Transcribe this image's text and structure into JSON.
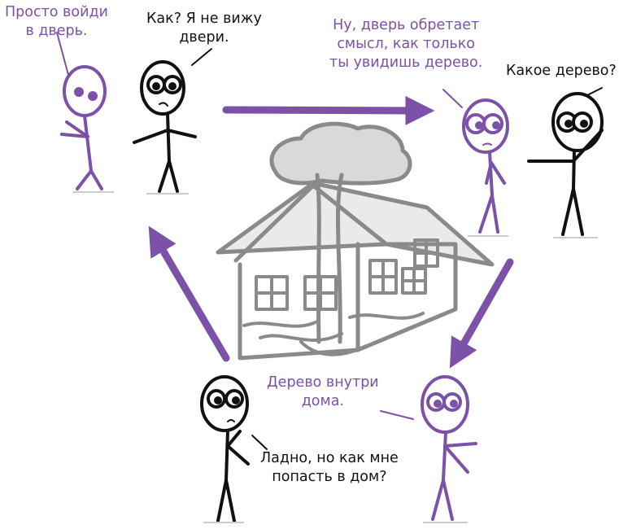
{
  "colors": {
    "purple": "#7b52a8",
    "black": "#111111",
    "house_gray": "#8a8a8a",
    "tree_fill": "#d9d9d9"
  },
  "dialogue": [
    {
      "speaker": "purple",
      "text": "Просто войди\nв дверь."
    },
    {
      "speaker": "black",
      "text": "Как? Я не вижу\nдвери."
    },
    {
      "speaker": "purple",
      "text": "Ну, дверь обретает\nсмысл, как только\nты увидишь дерево."
    },
    {
      "speaker": "black",
      "text": "Какое дерево?"
    },
    {
      "speaker": "purple",
      "text": "Дерево внутри\nдома."
    },
    {
      "speaker": "black",
      "text": "Ладно, но как мне\nпопасть в дом?"
    }
  ]
}
